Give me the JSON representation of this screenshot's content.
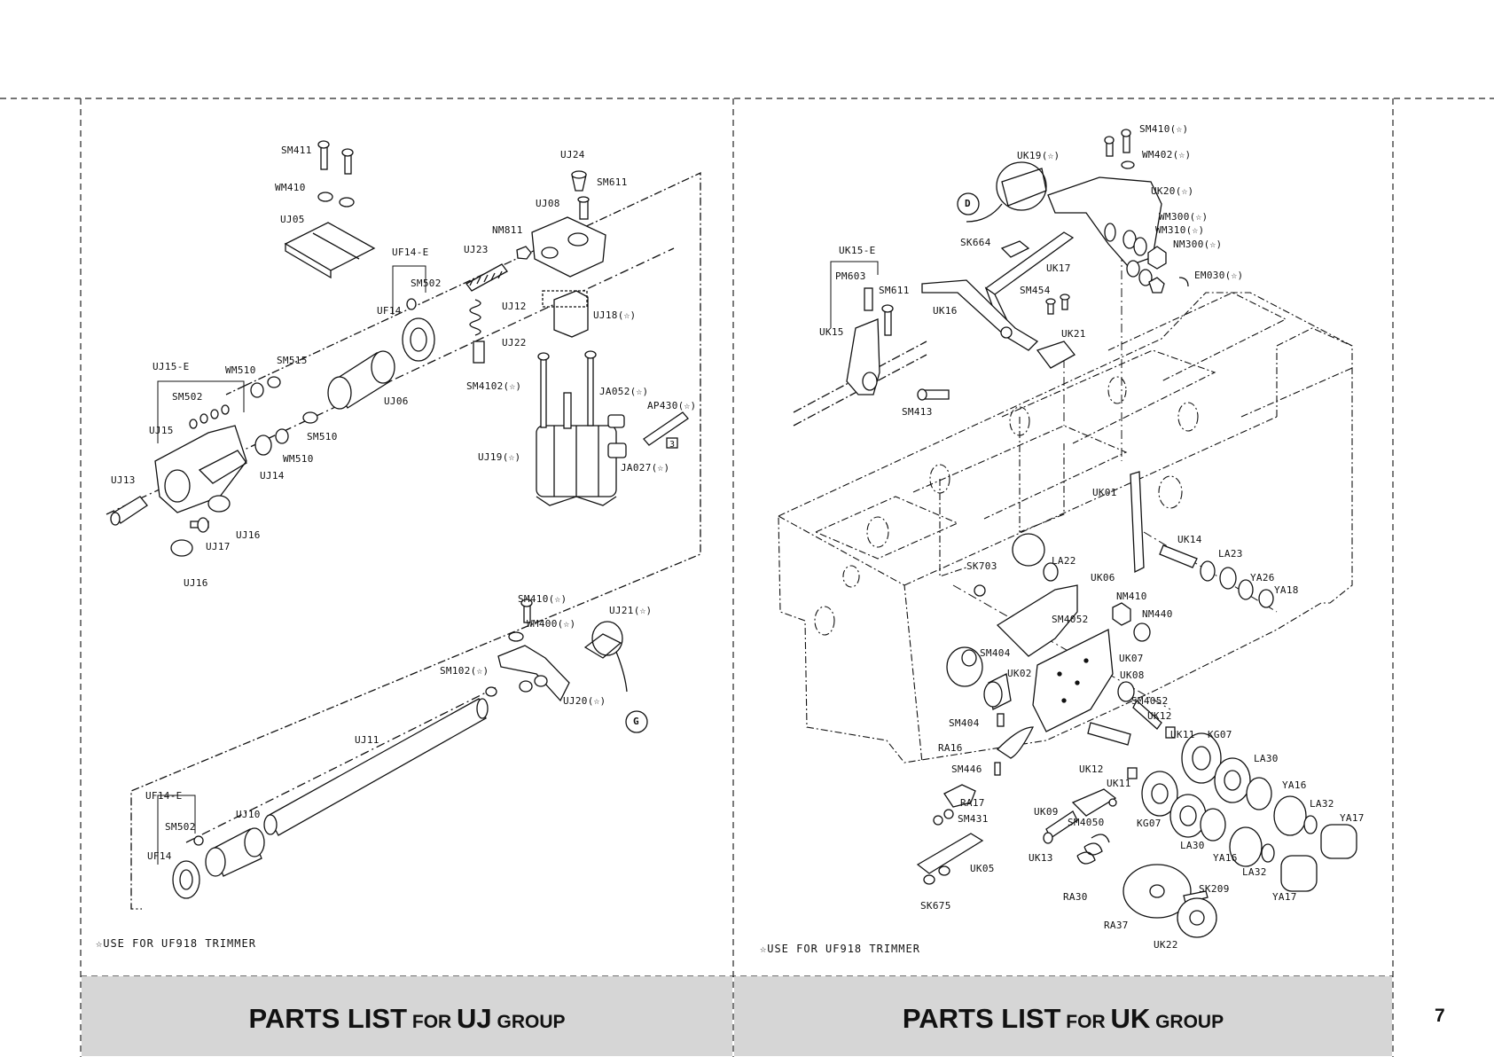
{
  "left_panel": {
    "note": "☆USE FOR UF918 TRIMMER",
    "footer": {
      "big1": "PARTS LIST",
      "small1": " FOR ",
      "big2": "UJ",
      "small2": " GROUP"
    },
    "labels": [
      "SM411",
      "WM410",
      "UJ05",
      "UF14-E",
      "SM502",
      "UF14",
      "UJ23",
      "NM811",
      "UJ08",
      "UJ24",
      "SM611",
      "UJ12",
      "UJ22",
      "UJ18(☆)",
      "UJ15-E",
      "WM510",
      "SM515",
      "SM502",
      "UJ15",
      "UJ06",
      "SM510",
      "WM510",
      "UJ14",
      "UJ13",
      "UJ16",
      "UJ17",
      "UJ16",
      "SM4102(☆)",
      "JA052(☆)",
      "AP430(☆)",
      "3",
      "UJ19(☆)",
      "JA027(☆)",
      "SM410(☆)",
      "WM400(☆)",
      "UJ21(☆)",
      "SM102(☆)",
      "UJ20(☆)",
      "G",
      "UJ11",
      "UF14-E",
      "SM502",
      "UJ10",
      "UF14"
    ]
  },
  "right_panel": {
    "note": "☆USE FOR UF918 TRIMMER",
    "footer": {
      "big1": "PARTS LIST",
      "small1": " FOR ",
      "big2": "UK",
      "small2": " GROUP"
    },
    "labels": [
      "SM410(☆)",
      "UK19(☆)",
      "WM402(☆)",
      "UK20(☆)",
      "D",
      "WM300(☆)",
      "WM310(☆)",
      "NM300(☆)",
      "SK664",
      "UK15-E",
      "PM603",
      "SM611",
      "UK17",
      "EM030(☆)",
      "SM454",
      "UK16",
      "UK15",
      "UK21",
      "SM413",
      "UK01",
      "UK14",
      "LA23",
      "YA26",
      "YA18",
      "SK703",
      "LA22",
      "UK06",
      "NM410",
      "NM440",
      "SM4052",
      "UK07",
      "SM404",
      "UK02",
      "UK08",
      "SM4052",
      "UK12",
      "SM404",
      "RA16",
      "UK11",
      "KG07",
      "LA30",
      "SM446",
      "UK12",
      "UK11",
      "YA16",
      "LA32",
      "RA17",
      "UK09",
      "SM431",
      "SM4050",
      "KG07",
      "YA17",
      "LA30",
      "YA16",
      "UK13",
      "LA32",
      "UK05",
      "SK209",
      "RA30",
      "YA17",
      "SK675",
      "RA37",
      "UK22"
    ]
  },
  "page_number": "7"
}
